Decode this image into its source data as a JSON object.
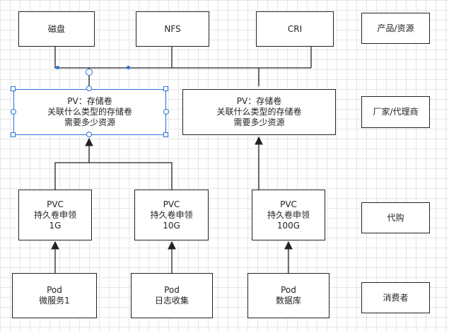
{
  "resources": {
    "disk": "磁盘",
    "nfs": "NFS",
    "cri": "CRI"
  },
  "pv_left": [
    "PV：存储卷",
    "关联什么类型的存储卷",
    "需要多少资源"
  ],
  "pv_right": [
    "PV：存储卷",
    "关联什么类型的存储卷",
    "需要多少资源"
  ],
  "pvc1": [
    "PVC",
    "持久卷申领",
    "1G"
  ],
  "pvc2": [
    "PVC",
    "持久卷申领",
    "10G"
  ],
  "pvc3": [
    "PVC",
    "持久卷申领",
    "100G"
  ],
  "pod1": [
    "Pod",
    "微服务1"
  ],
  "pod2": [
    "Pod",
    "日志收集"
  ],
  "pod3": [
    "Pod",
    "数据库"
  ],
  "roles": {
    "product": "产品/资源",
    "vendor": "厂家/代理商",
    "agent": "代购",
    "consumer": "消费者"
  },
  "colors": {
    "line": "#222222",
    "selection": "#2a6fd8"
  }
}
